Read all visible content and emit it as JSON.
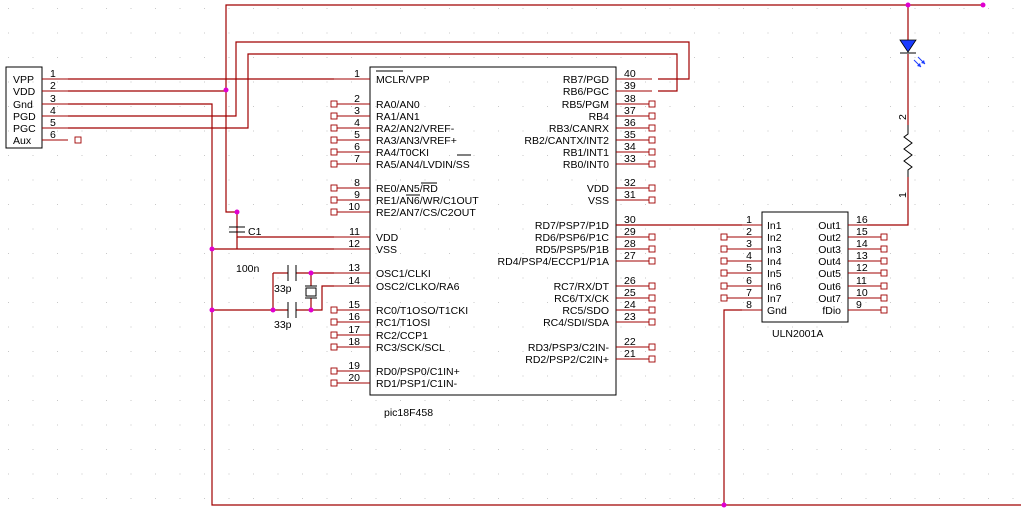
{
  "connector": {
    "labels": [
      "VPP",
      "VDD",
      "Gnd",
      "PGD",
      "PGC",
      "Aux"
    ],
    "pins": [
      "1",
      "2",
      "3",
      "4",
      "5",
      "6"
    ]
  },
  "mcu": {
    "name": "pic18F458",
    "left_pins": [
      {
        "num": "1",
        "label": "MCLR/VPP"
      },
      {
        "num": "2",
        "label": "RA0/AN0"
      },
      {
        "num": "3",
        "label": "RA1/AN1"
      },
      {
        "num": "4",
        "label": "RA2/AN2/VREF-"
      },
      {
        "num": "5",
        "label": "RA3/AN3/VREF+"
      },
      {
        "num": "6",
        "label": "RA4/T0CKI"
      },
      {
        "num": "7",
        "label": "RA5/AN4/LVDIN/SS"
      },
      {
        "num": "8",
        "label": "RE0/AN5/RD"
      },
      {
        "num": "9",
        "label": "RE1/AN6/WR/C1OUT"
      },
      {
        "num": "10",
        "label": "RE2/AN7/CS/C2OUT"
      },
      {
        "num": "11",
        "label": "VDD"
      },
      {
        "num": "12",
        "label": "VSS"
      },
      {
        "num": "13",
        "label": "OSC1/CLKI"
      },
      {
        "num": "14",
        "label": "OSC2/CLKO/RA6"
      },
      {
        "num": "15",
        "label": "RC0/T1OSO/T1CKI"
      },
      {
        "num": "16",
        "label": "RC1/T1OSI"
      },
      {
        "num": "17",
        "label": "RC2/CCP1"
      },
      {
        "num": "18",
        "label": "RC3/SCK/SCL"
      },
      {
        "num": "19",
        "label": "RD0/PSP0/C1IN+"
      },
      {
        "num": "20",
        "label": "RD1/PSP1/C1IN-"
      }
    ],
    "right_pins": [
      {
        "num": "40",
        "label": "RB7/PGD"
      },
      {
        "num": "39",
        "label": "RB6/PGC"
      },
      {
        "num": "38",
        "label": "RB5/PGM"
      },
      {
        "num": "37",
        "label": "RB4"
      },
      {
        "num": "36",
        "label": "RB3/CANRX"
      },
      {
        "num": "35",
        "label": "RB2/CANTX/INT2"
      },
      {
        "num": "34",
        "label": "RB1/INT1"
      },
      {
        "num": "33",
        "label": "RB0/INT0"
      },
      {
        "num": "32",
        "label": "VDD"
      },
      {
        "num": "31",
        "label": "VSS"
      },
      {
        "num": "30",
        "label": "RD7/PSP7/P1D"
      },
      {
        "num": "29",
        "label": "RD6/PSP6/P1C"
      },
      {
        "num": "28",
        "label": "RD5/PSP5/P1B"
      },
      {
        "num": "27",
        "label": "RD4/PSP4/ECCP1/P1A"
      },
      {
        "num": "26",
        "label": "RC7/RX/DT"
      },
      {
        "num": "25",
        "label": "RC6/TX/CK"
      },
      {
        "num": "24",
        "label": "RC5/SDO"
      },
      {
        "num": "23",
        "label": "RC4/SDI/SDA"
      },
      {
        "num": "22",
        "label": "RD3/PSP3/C2IN-"
      },
      {
        "num": "21",
        "label": "RD2/PSP2/C2IN+"
      }
    ]
  },
  "driver": {
    "name": "ULN2001A",
    "left_pins": [
      {
        "num": "1",
        "label": "In1"
      },
      {
        "num": "2",
        "label": "In2"
      },
      {
        "num": "3",
        "label": "In3"
      },
      {
        "num": "4",
        "label": "In4"
      },
      {
        "num": "5",
        "label": "In5"
      },
      {
        "num": "6",
        "label": "In6"
      },
      {
        "num": "7",
        "label": "In7"
      },
      {
        "num": "8",
        "label": "Gnd"
      }
    ],
    "right_pins": [
      {
        "num": "16",
        "label": "Out1"
      },
      {
        "num": "15",
        "label": "Out2"
      },
      {
        "num": "14",
        "label": "Out3"
      },
      {
        "num": "13",
        "label": "Out4"
      },
      {
        "num": "12",
        "label": "Out5"
      },
      {
        "num": "11",
        "label": "Out6"
      },
      {
        "num": "10",
        "label": "Out7"
      },
      {
        "num": "9",
        "label": "fDio"
      }
    ]
  },
  "components": {
    "c1_label": "C1",
    "cap_100n": "100n",
    "cap_33p_top": "33p",
    "cap_33p_bottom": "33p",
    "resistor_pin_top": "2",
    "resistor_pin_bottom": "1"
  },
  "colors": {
    "wire": "#a00000",
    "junction": "#e000d0",
    "led": "#1a3cff"
  }
}
